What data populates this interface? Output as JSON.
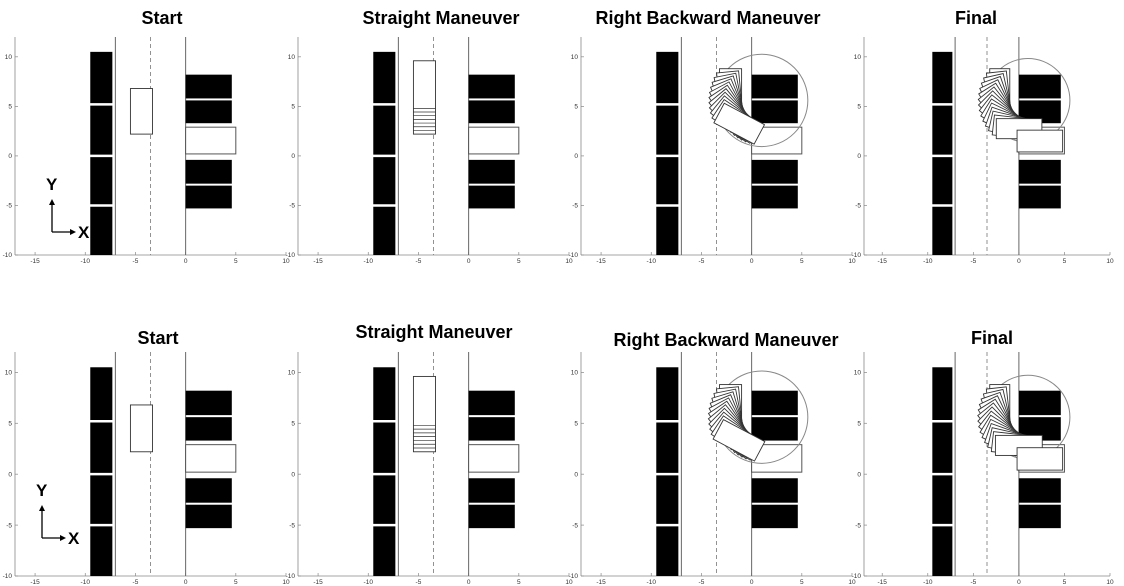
{
  "panels": [
    {
      "id": "t1",
      "title": "Start",
      "stage": "start"
    },
    {
      "id": "t2",
      "title": "Straight Maneuver",
      "stage": "straight"
    },
    {
      "id": "t3",
      "title": "Right Backward Maneuver",
      "stage": "backward"
    },
    {
      "id": "t4",
      "title": "Final",
      "stage": "final"
    },
    {
      "id": "b1",
      "title": "Start",
      "stage": "start"
    },
    {
      "id": "b2",
      "title": "Straight Maneuver",
      "stage": "straight"
    },
    {
      "id": "b3",
      "title": "Right Backward Maneuver",
      "stage": "backward"
    },
    {
      "id": "b4",
      "title": "Final",
      "stage": "final"
    }
  ],
  "axis": {
    "x_ticks": [
      "-15",
      "-10",
      "-5",
      "0",
      "5",
      "10"
    ],
    "y_ticks": [
      "10",
      "5",
      "0",
      "-5",
      "-10"
    ],
    "x_range": [
      -17,
      10
    ],
    "y_range": [
      -10,
      12
    ]
  },
  "scene": {
    "left_curb_x": -7,
    "right_curb_x": 0,
    "lane_x": -3.5,
    "left_blocks_x": [
      -9.5,
      -7.3
    ],
    "left_gaps_y": [
      5.2,
      0,
      -5
    ],
    "right_block_x": [
      0,
      4.6
    ],
    "right_blocks_y": [
      [
        5.8,
        8.2
      ],
      [
        3.3,
        5.6
      ],
      [
        -2.8,
        -0.4
      ],
      [
        -5.3,
        -3
      ]
    ],
    "slot": {
      "x": [
        0,
        5
      ],
      "y": [
        0.2,
        2.9
      ]
    }
  },
  "legend": {
    "y_label": "Y",
    "x_label": "X"
  }
}
